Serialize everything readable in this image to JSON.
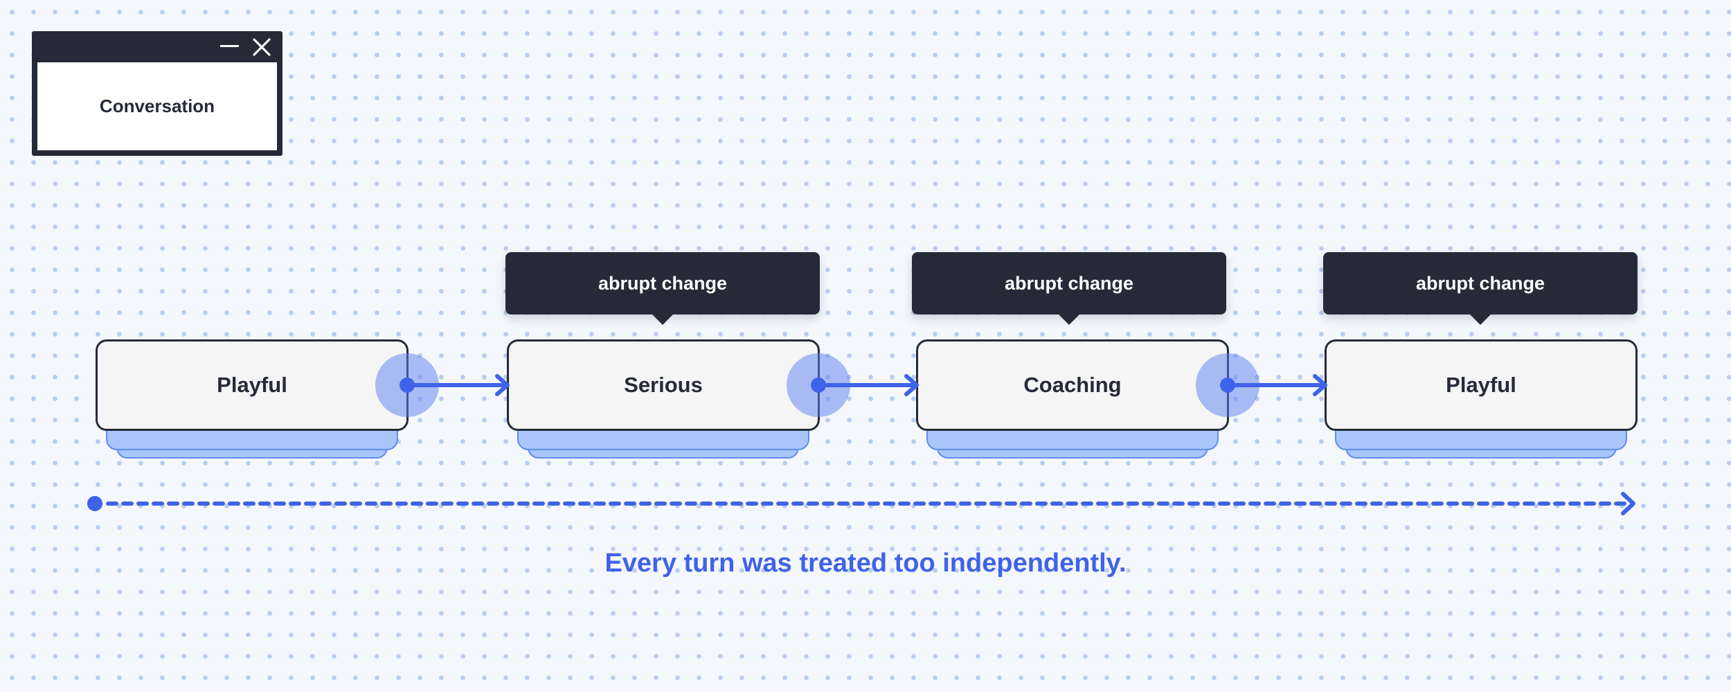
{
  "window": {
    "title": "Conversation"
  },
  "sequence": [
    {
      "label": "Playful"
    },
    {
      "label": "Serious"
    },
    {
      "label": "Coaching"
    },
    {
      "label": "Playful"
    }
  ],
  "tooltips": [
    {
      "label": "abrupt change"
    },
    {
      "label": "abrupt change"
    },
    {
      "label": "abrupt change"
    }
  ],
  "caption": "Every turn was treated too independently.",
  "icons": {
    "minimize": "minimize-icon",
    "close": "close-icon"
  },
  "colors": {
    "accent": "#3f63e8",
    "dark": "#262a38",
    "node_fill": "#f5f5f5",
    "halo": "#5c80f0",
    "shadow_card": "#a9c5fa",
    "background": "#f4f7fc",
    "dots": "#b9cdf0"
  }
}
